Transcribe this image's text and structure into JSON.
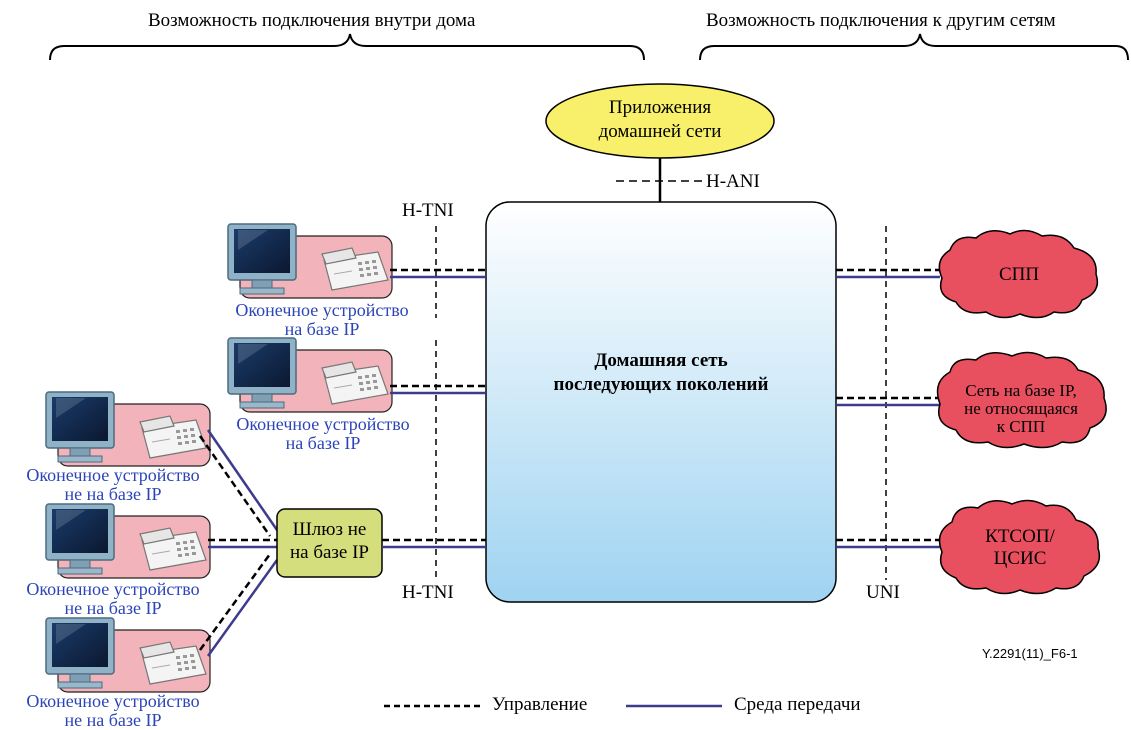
{
  "headers": {
    "left": "Возможность подключения внутри дома",
    "right": "Возможность подключения к другим сетям"
  },
  "apps_ellipse": {
    "line1": "Приложения",
    "line2": "домашней сети"
  },
  "interfaces": {
    "h_ani": "H-ANI",
    "h_tni_top": "H-TNI",
    "h_tni_bottom": "H-TNI",
    "uni": "UNI"
  },
  "home_network": {
    "line1": "Домашняя сеть",
    "line2": "последующих поколений"
  },
  "gateway": {
    "line1": "Шлюз не",
    "line2": "на базе IP"
  },
  "ip_devices": [
    {
      "line1": "Оконечное устройство",
      "line2": "на базе IP"
    },
    {
      "line1": "Оконечное устройство",
      "line2": "на базе IP"
    }
  ],
  "nonip_devices": [
    {
      "line1": "Оконечное устройство",
      "line2": "не на базе IP"
    },
    {
      "line1": "Оконечное устройство",
      "line2": "не на базе IP"
    },
    {
      "line1": "Оконечное устройство",
      "line2": "не на базе IP"
    }
  ],
  "clouds": [
    {
      "lines": [
        "СПП"
      ]
    },
    {
      "lines": [
        "Сеть на базе IP,",
        "не относящаяся",
        "к СПП"
      ]
    },
    {
      "lines": [
        "КТСОП/",
        "ЦСИС"
      ]
    }
  ],
  "legend": {
    "control": "Управление",
    "transport": "Среда передачи"
  },
  "figure_id": "Y.2291(11)_F6-1",
  "colors": {
    "ellipse_fill": "#f8ef6a",
    "cloud_fill": "#e8505f",
    "gateway_fill": "#d5de7c",
    "device_bg": "#f2b4ba",
    "line_transport": "#3d3b8e",
    "monitor_frame": "#5f7e94"
  }
}
